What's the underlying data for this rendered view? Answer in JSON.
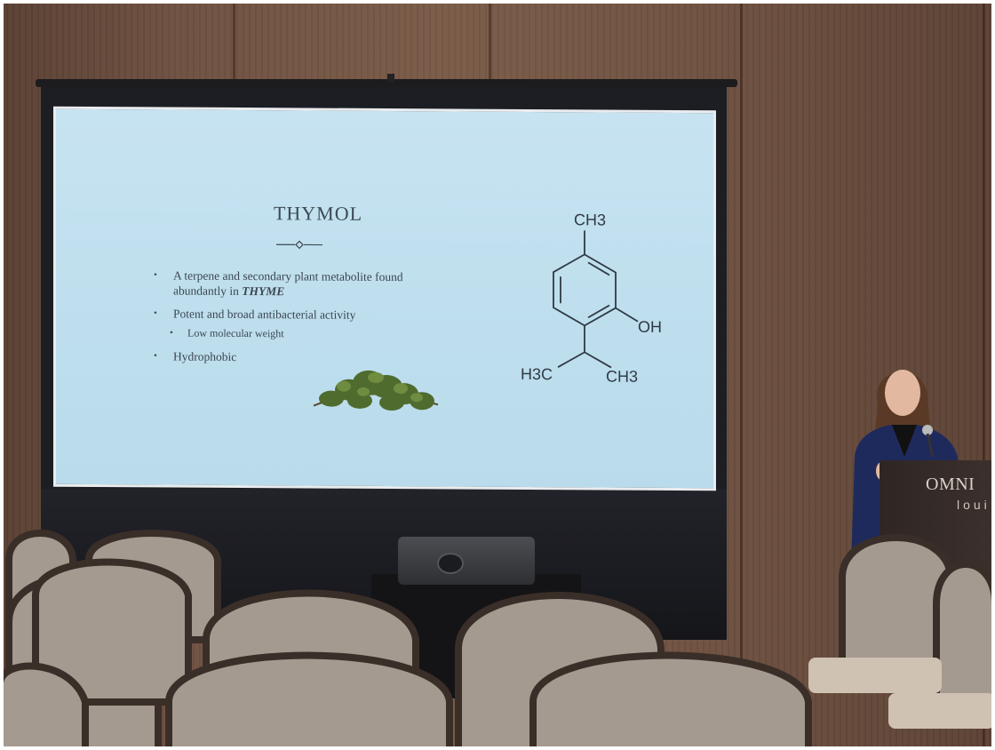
{
  "slide": {
    "title": "THYMOL",
    "bullets": [
      {
        "text": "A terpene and secondary plant metabolite found abundantly in ",
        "emphasis": "THYME"
      },
      {
        "text": "Potent and broad antibacterial activity"
      },
      {
        "text": "Low molecular weight",
        "level": 2
      },
      {
        "text": "Hydrophobic"
      }
    ],
    "molecule_labels": {
      "top": "CH3",
      "right": "OH",
      "left_bottom": "H3C",
      "right_bottom": "CH3"
    }
  },
  "podium": {
    "logo": "OMNI",
    "sub": "loui"
  },
  "colors": {
    "slide_bg": "#c7e3f1",
    "slide_text": "#3b4652",
    "wall": "#6e5141",
    "screen_frame": "#1d1e24"
  }
}
